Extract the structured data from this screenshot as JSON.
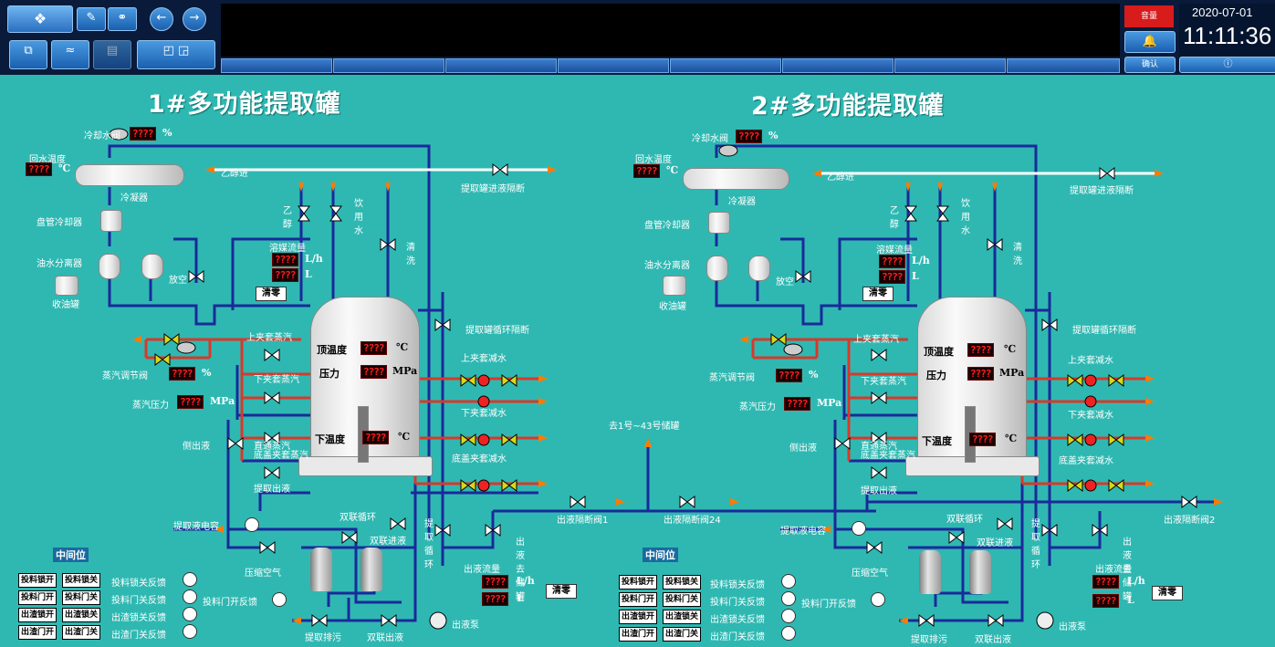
{
  "header": {
    "date": "2020-07-01",
    "time": "11:11:36",
    "alarm_label": "音量",
    "mute_label": "确认",
    "info_label": "ⓘ"
  },
  "left": {
    "title": "1#多功能提取罐",
    "labels": {
      "cool_water_valve": "冷却水阀",
      "return_water_temp": "回水温度",
      "condenser": "冷凝器",
      "coil_cooler": "盘管冷却器",
      "oil_water_sep": "油水分离器",
      "oil_collect": "收油罐",
      "ethanol_in": "乙醇进",
      "extract_inlet_valve": "提取罐进液隔断",
      "ethanol": "乙醇",
      "drinking_water": "饮用水",
      "solvent_flow": "溶媒流量",
      "vent": "放空",
      "wash": "清洗",
      "circ_valve": "提取罐循环隔断",
      "top_jacket_steam": "上夹套蒸汽",
      "steam_reg_valve": "蒸汽调节阀",
      "lower_jacket_steam": "下夹套蒸汽",
      "steam_pressure": "蒸汽压力",
      "top_jacket_water": "上夹套减水",
      "lower_jacket_water": "下夹套减水",
      "bottom_jacket_water": "底盖夹套减水",
      "direct_steam": "直通蒸汽",
      "bottom_jacket_steam": "底盖夹套蒸汽",
      "side_outlet": "侧出液",
      "extract_outlet": "提取出液",
      "extract_cap": "提取液电容",
      "dual_circ": "双联循环",
      "dual_in": "双联进液",
      "compressed_air": "压缩空气",
      "feed_open_fb": "投料门开反馈",
      "extract_drain": "提取排污",
      "dual_out": "双联出液",
      "extract_circ": "提取循环",
      "out_storage": "出液去储罐",
      "out_flow": "出液流量",
      "out_pump": "出液泵",
      "top_temp": "顶温度",
      "pressure": "压力",
      "bottom_temp": "下温度"
    },
    "units": {
      "pct": "%",
      "degc": "℃",
      "lh": "L/h",
      "l": "L",
      "mpa": "MPa"
    },
    "clear": "清零",
    "mid": "中间位",
    "buttons": [
      [
        "投料锁开",
        "投料锁关",
        "投料锁关反馈"
      ],
      [
        "投料门开",
        "投料门关",
        "投料门关反馈"
      ],
      [
        "出渣锁开",
        "出渣锁关",
        "出渣锁关反馈"
      ],
      [
        "出渣门开",
        "出渣门关",
        "出渣门关反馈"
      ]
    ]
  },
  "right": {
    "title": "2#多功能提取罐"
  },
  "center": {
    "to_tanks": "去1号~43号储罐",
    "valve1": "出液隔断阀1",
    "valve24": "出液隔断阀24",
    "valve2": "出液隔断阀2"
  },
  "display_placeholder": "????"
}
